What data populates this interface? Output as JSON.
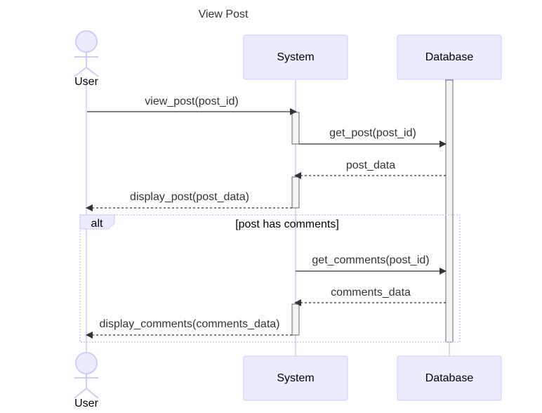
{
  "title": "View Post",
  "participants": [
    {
      "id": "user",
      "label": "User",
      "kind": "actor"
    },
    {
      "id": "system",
      "label": "System",
      "kind": "participant"
    },
    {
      "id": "database",
      "label": "Database",
      "kind": "participant"
    }
  ],
  "messages": [
    {
      "label": "view_post(post_id)",
      "from": "user",
      "to": "system",
      "style": "solid"
    },
    {
      "label": "get_post(post_id)",
      "from": "system",
      "to": "database",
      "style": "solid"
    },
    {
      "label": "post_data",
      "from": "database",
      "to": "system",
      "style": "dashed"
    },
    {
      "label": "display_post(post_data)",
      "from": "system",
      "to": "user",
      "style": "dashed"
    },
    {
      "label": "get_comments(post_id)",
      "from": "system",
      "to": "database",
      "style": "solid"
    },
    {
      "label": "comments_data",
      "from": "database",
      "to": "system",
      "style": "dashed"
    },
    {
      "label": "display_comments(comments_data)",
      "from": "system",
      "to": "user",
      "style": "dashed"
    }
  ],
  "alt_block": {
    "keyword": "alt",
    "condition": "[post has comments]"
  },
  "colors": {
    "actor_fill": "#ECECFF",
    "actor_stroke": "#CCCCFF",
    "message_line": "#333333",
    "activation_fill": "#F4F4F4"
  }
}
